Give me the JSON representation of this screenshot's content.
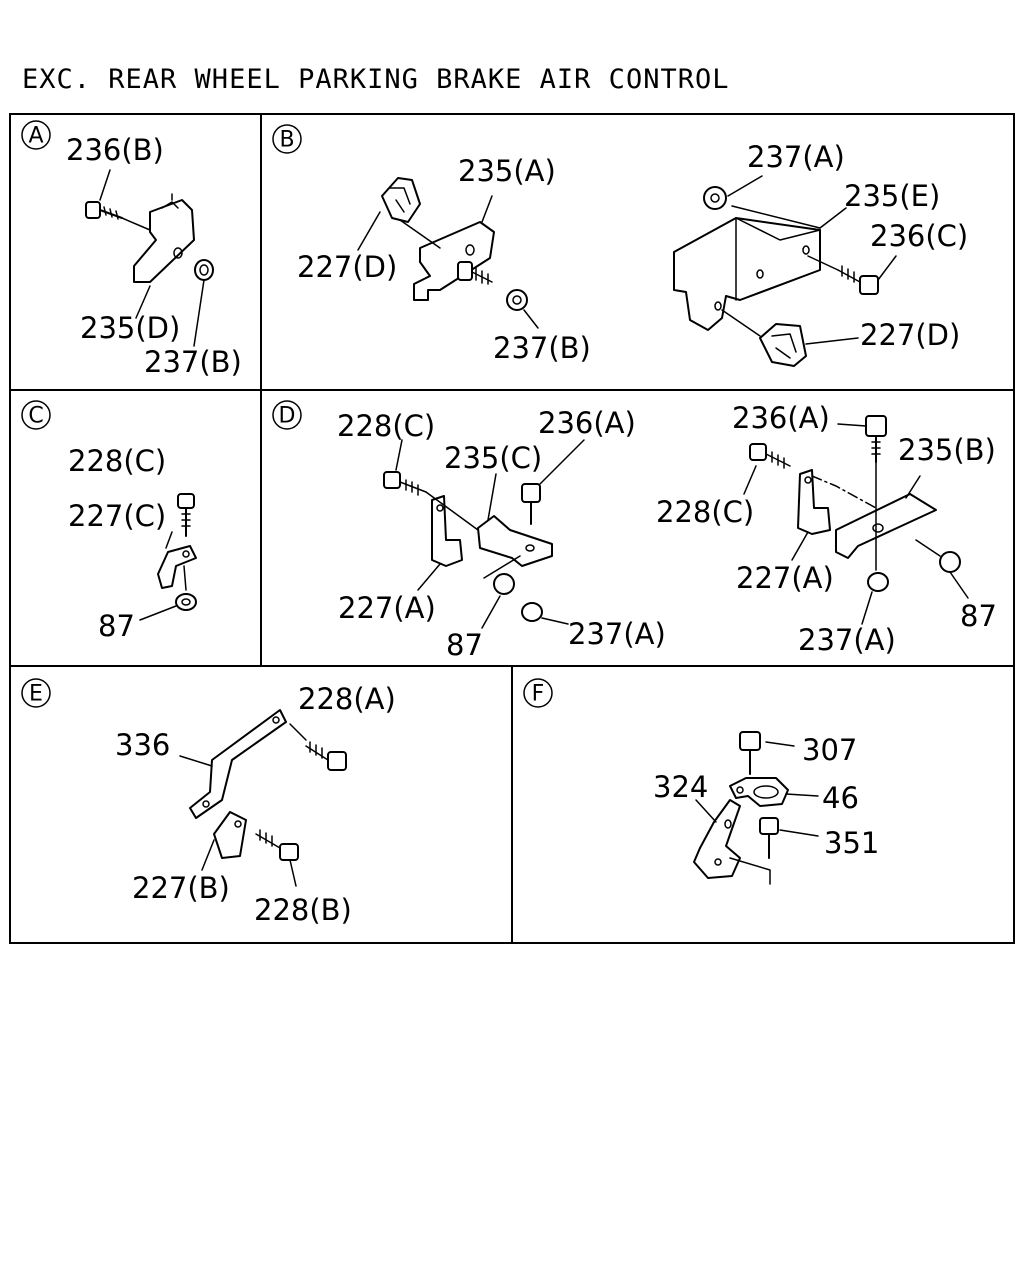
{
  "title": "EXC. REAR WHEEL PARKING BRAKE AIR CONTROL",
  "panels": {
    "A": {
      "letter": "A",
      "labels": [
        "236(B)",
        "235(D)",
        "237(B)"
      ]
    },
    "B": {
      "letter": "B",
      "labels": [
        "235(A)",
        "227(D)",
        "237(B)",
        "237(A)",
        "235(E)",
        "236(C)",
        "227(D)"
      ]
    },
    "C": {
      "letter": "C",
      "labels": [
        "228(C)",
        "227(C)",
        "87"
      ]
    },
    "D": {
      "letter": "D",
      "labels": [
        "228(C)",
        "236(A)",
        "235(C)",
        "227(A)",
        "87",
        "237(A)",
        "236(A)",
        "235(B)",
        "228(C)",
        "227(A)",
        "237(A)",
        "87"
      ]
    },
    "E": {
      "letter": "E",
      "labels": [
        "228(A)",
        "336",
        "227(B)",
        "228(B)"
      ]
    },
    "F": {
      "letter": "F",
      "labels": [
        "307",
        "324",
        "46",
        "351"
      ]
    }
  }
}
